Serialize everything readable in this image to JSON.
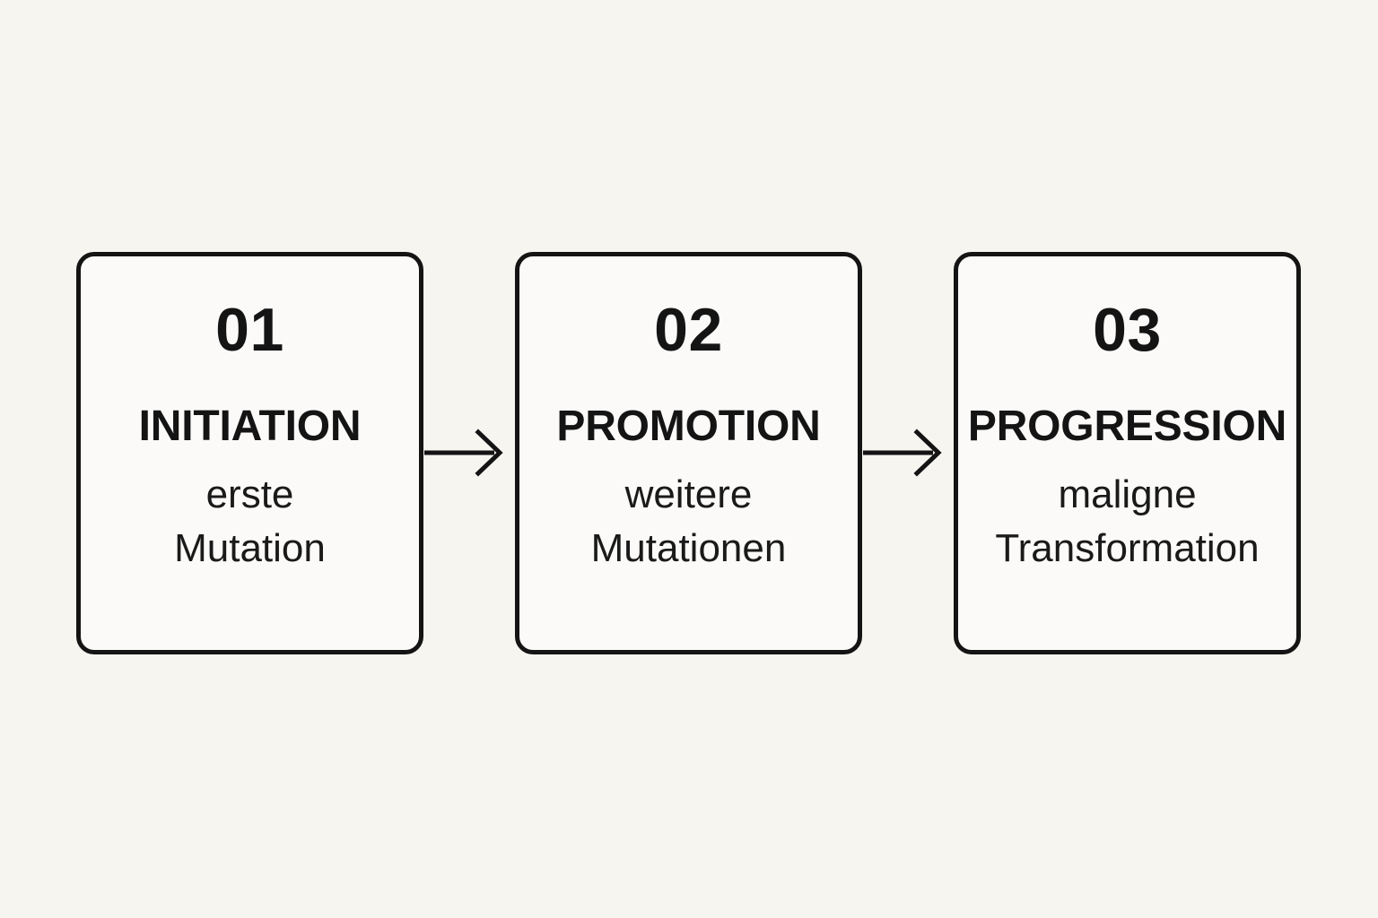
{
  "canvas": {
    "background_color": "#f7f5f0",
    "ink_color": "#141414"
  },
  "diagram": {
    "type": "process-flow",
    "orientation": "horizontal",
    "box_fill_color": "#fbfaf8",
    "stages": [
      {
        "number": "01",
        "title": "INITIATION",
        "description": "erste\nMutation"
      },
      {
        "number": "02",
        "title": "PROMOTION",
        "description": "weitere\nMutationen"
      },
      {
        "number": "03",
        "title": "PROGRESSION",
        "description": "maligne\nTransformation"
      }
    ],
    "connectors": [
      {
        "icon": "arrow-right-icon",
        "from": "01",
        "to": "02"
      },
      {
        "icon": "arrow-right-icon",
        "from": "02",
        "to": "03"
      }
    ]
  }
}
